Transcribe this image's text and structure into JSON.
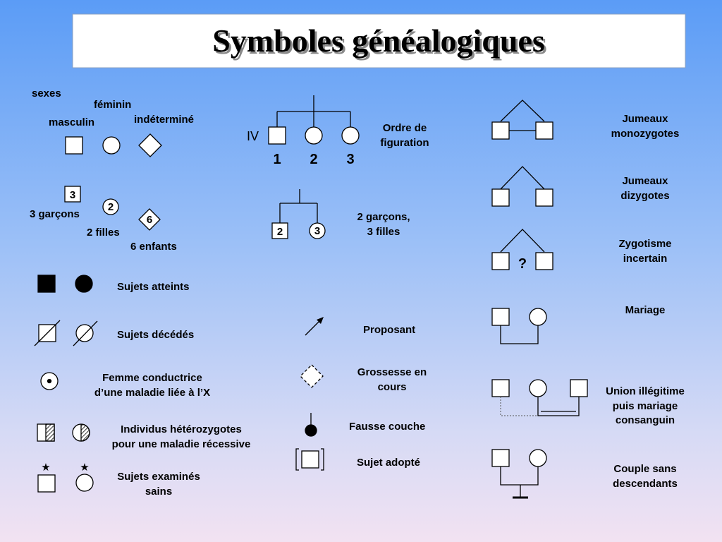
{
  "title": "Symboles généalogiques",
  "left": {
    "sexes": "sexes",
    "feminin": "féminin",
    "masculin": "masculin",
    "indetermine": "indéterminé",
    "count_boys_badge": "3",
    "count_girls_badge": "2",
    "count_children_badge": "6",
    "count_boys_label": "3 garçons",
    "count_girls_label": "2 filles",
    "count_children_label": "6 enfants",
    "affected": "Sujets atteints",
    "deceased": "Sujets décédés",
    "carrier_line1": "Femme conductrice",
    "carrier_line2": "d’une maladie liée à l’X",
    "hetero_line1": "Individus hétérozygotes",
    "hetero_line2": "pour une maladie récessive",
    "examined_line1": "Sujets examinés",
    "examined_line2": "sains"
  },
  "middle": {
    "generation": "IV",
    "order_numbers": [
      "1",
      "2",
      "3"
    ],
    "order_line1": "Ordre de",
    "order_line2": "figuration",
    "group_boys": "2",
    "group_girls": "3",
    "group_line1": "2 garçons,",
    "group_line2": "3 filles",
    "proband": "Proposant",
    "pregnancy_line1": "Grossesse en",
    "pregnancy_line2": "cours",
    "miscarriage": "Fausse couche",
    "adopted": "Sujet adopté"
  },
  "right": {
    "mz_line1": "Jumeaux",
    "mz_line2": "monozygotes",
    "dz_line1": "Jumeaux",
    "dz_line2": "dizygotes",
    "unc_line1": "Zygotisme",
    "unc_line2": "incertain",
    "unc_mark": "?",
    "marriage": "Mariage",
    "illegit_line1": "Union illégitime",
    "illegit_line2": "puis mariage",
    "illegit_line3": "consanguin",
    "childless_line1": "Couple sans",
    "childless_line2": "descendants"
  }
}
